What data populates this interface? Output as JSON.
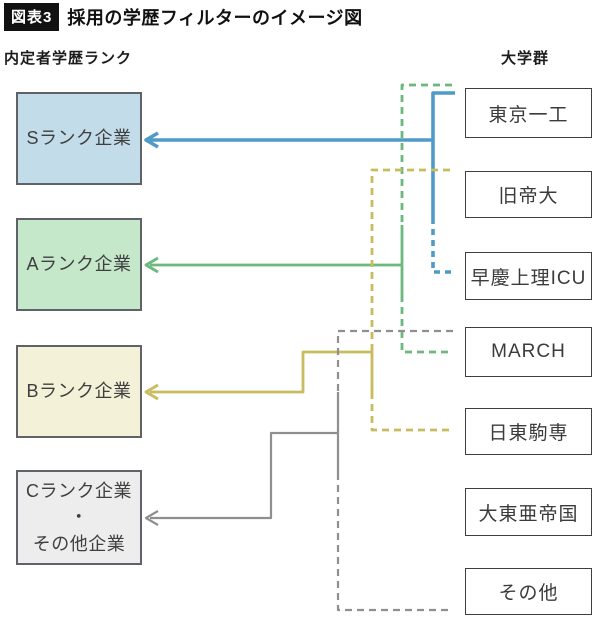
{
  "title": {
    "badge": "図表3",
    "text": "採用の学歴フィルターのイメージ図"
  },
  "left_column": {
    "header": "内定者学歴ランク",
    "boxes": [
      {
        "id": "s",
        "lines": [
          "Sランク企業"
        ],
        "fill": "#c2dde9"
      },
      {
        "id": "a",
        "lines": [
          "Aランク企業"
        ],
        "fill": "#c5e8cb"
      },
      {
        "id": "b",
        "lines": [
          "Bランク企業"
        ],
        "fill": "#f3f1d7"
      },
      {
        "id": "c",
        "lines": [
          "Cランク企業",
          "・",
          "その他企業"
        ],
        "fill": "#ededed"
      }
    ]
  },
  "right_column": {
    "header": "大学群",
    "boxes": [
      {
        "label": "東京一工"
      },
      {
        "label": "旧帝大"
      },
      {
        "label": "早慶上理ICU"
      },
      {
        "label": "MARCH"
      },
      {
        "label": "日東駒専"
      },
      {
        "label": "大東亜帝国"
      },
      {
        "label": "その他"
      }
    ]
  },
  "connectors": [
    {
      "id": "s",
      "company": "Sランク企業",
      "universities_from": "東京一工",
      "universities_to": "早慶上理ICU",
      "color": "#4f9bc6"
    },
    {
      "id": "a",
      "company": "Aランク企業",
      "universities_from": "東京一工",
      "universities_to": "MARCH",
      "color": "#6cb97e"
    },
    {
      "id": "b",
      "company": "Bランク企業",
      "universities_from": "旧帝大",
      "universities_to": "日東駒専",
      "color": "#c9bc5e"
    },
    {
      "id": "c",
      "company": "Cランク企業・その他企業",
      "universities_from": "MARCH",
      "universities_to": "その他",
      "color": "#8f8f8f"
    }
  ]
}
